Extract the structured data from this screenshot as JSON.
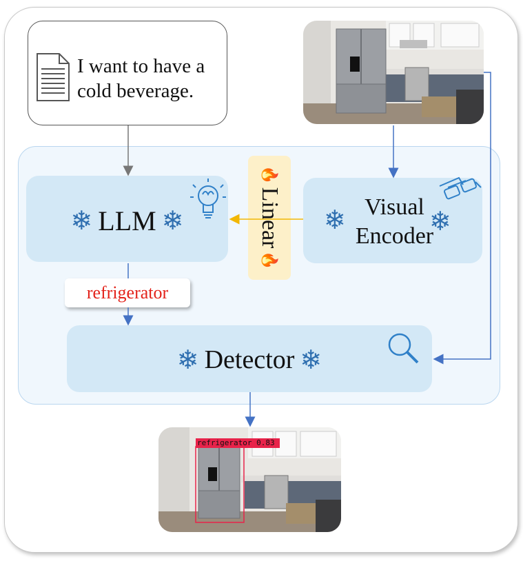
{
  "query": {
    "text": "I want to have a cold beverage."
  },
  "modules": {
    "llm": {
      "label": "LLM"
    },
    "linear": {
      "label": "Linear"
    },
    "encoder": {
      "label_line1": "Visual",
      "label_line2": "Encoder"
    },
    "detector": {
      "label": "Detector"
    }
  },
  "output_token": {
    "text": "refrigerator"
  },
  "detection": {
    "label": "refrigerator 0.83"
  },
  "icons": {
    "frozen": "snowflake-icon",
    "trainable": "flame-icon",
    "llm": "lightbulb-brain-icon",
    "encoder": "3d-glasses-icon",
    "detector": "magnifier-icon",
    "document": "document-icon"
  },
  "colors": {
    "module_fill": "#d3e8f6",
    "panel_fill": "#f0f7fd",
    "linear_fill": "#fdf0c9",
    "arrow": "#4472c4",
    "linear_arrow": "#f2b705",
    "token_text": "#e3231b",
    "bbox": "#e8234a"
  }
}
